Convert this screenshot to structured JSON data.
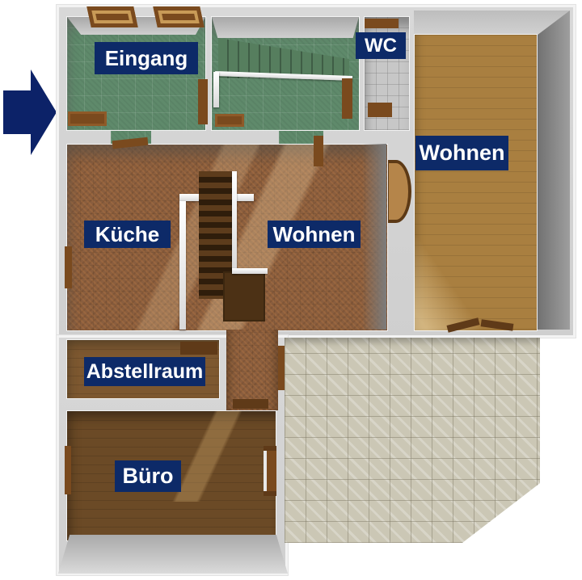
{
  "floorplan": {
    "type": "3d-floor-plan",
    "rooms": [
      {
        "id": "eingang",
        "label": "Eingang",
        "floor": "green-tile"
      },
      {
        "id": "stairhall",
        "label": "",
        "floor": "green-tile-stairs"
      },
      {
        "id": "wc",
        "label": "WC",
        "floor": "gray-tile"
      },
      {
        "id": "wohnen-right",
        "label": "Wohnen",
        "floor": "light-wood"
      },
      {
        "id": "kueche",
        "label": "Küche",
        "floor": "terracotta-tile"
      },
      {
        "id": "wohnen-mid",
        "label": "Wohnen",
        "floor": "terracotta-tile"
      },
      {
        "id": "abstellraum",
        "label": "Abstellraum",
        "floor": "medium-wood"
      },
      {
        "id": "buero",
        "label": "Büro",
        "floor": "dark-wood"
      },
      {
        "id": "terrace",
        "label": "",
        "floor": "beige-tile"
      }
    ],
    "label_style": {
      "background": "#0d2a68",
      "text_color": "#ffffff"
    }
  },
  "arrow": {
    "meaning": "entrance-direction",
    "color": "#0c2268"
  },
  "colors": {
    "wall": "#d4d4d4",
    "green_tile": "#5f8a6b",
    "gray_tile": "#c7c7c7",
    "terracotta": "#8a5e3e",
    "light_wood": "#a97f40",
    "medium_wood": "#7d5830",
    "dark_wood": "#6b4a26",
    "beige_tile": "#cbc7b5",
    "background": "#ffffff"
  }
}
